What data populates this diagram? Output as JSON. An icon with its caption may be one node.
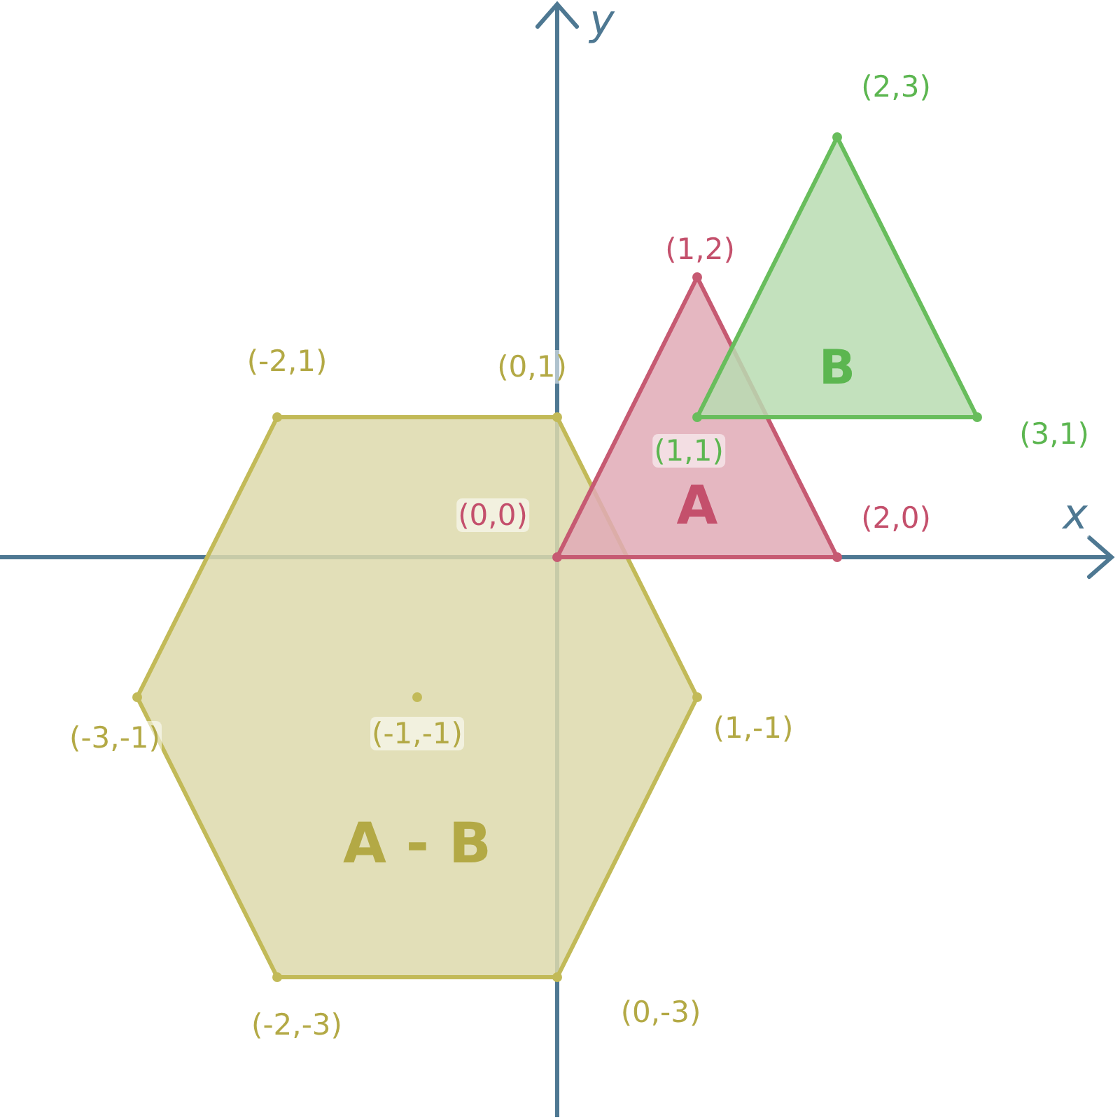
{
  "diagram": {
    "nodes": [
      {
        "text": [
          "A - B"
        ]
      },
      {
        "text": [
          "A"
        ]
      },
      {
        "text": [
          "B"
        ]
      }
    ],
    "labels": [
      "y",
      "(2,3)",
      "(1,2)",
      "(-2,1)",
      "(0,1)",
      "(1,1)",
      "(3,1)",
      "(0,0)",
      "(2,0)",
      "x",
      "(-3,-1)",
      "(-1,-1)",
      "(1,-1)",
      "(-2,-3)",
      "(0,-3)"
    ]
  }
}
